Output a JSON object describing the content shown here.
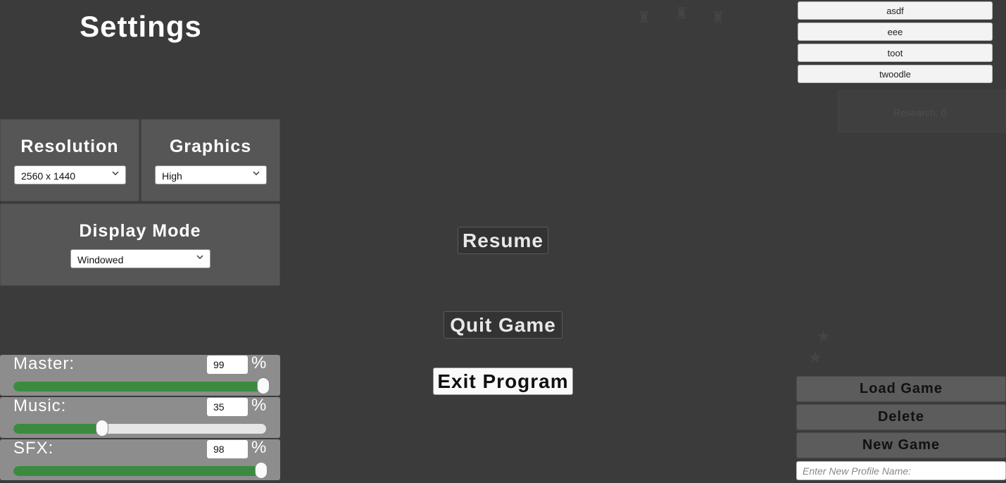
{
  "title": "Settings",
  "resolution": {
    "label": "Resolution",
    "value": "2560 x 1440"
  },
  "graphics": {
    "label": "Graphics",
    "value": "High"
  },
  "display_mode": {
    "label": "Display Mode",
    "value": "Windowed"
  },
  "audio": {
    "percent_symbol": "%",
    "master": {
      "label": "Master:",
      "value": "99",
      "level": 0.99
    },
    "music": {
      "label": "Music:",
      "value": "35",
      "level": 0.35
    },
    "sfx": {
      "label": "SFX:",
      "value": "98",
      "level": 0.98
    }
  },
  "menu": {
    "resume": "Resume",
    "quit": "Quit Game",
    "exit": "Exit Program"
  },
  "profiles": [
    "asdf",
    "eee",
    "toot",
    "twoodle"
  ],
  "background": {
    "research": "Research: 0"
  },
  "profile_actions": {
    "load": "Load Game",
    "delete": "Delete",
    "new": "New Game",
    "input_placeholder": "Enter New Profile Name:"
  },
  "colors": {
    "background": "#3b3b3b",
    "slider_fill": "#3c8a3f",
    "panel": "#565656"
  },
  "icons": [
    "chevron-down-icon"
  ]
}
